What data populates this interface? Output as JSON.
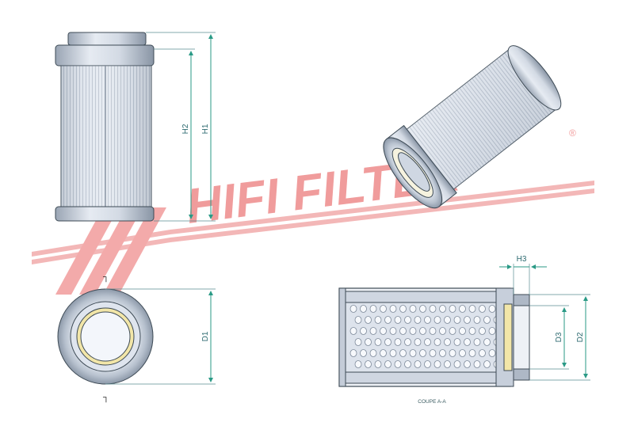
{
  "watermark": {
    "text": "HIFI FILTER",
    "registered": "®",
    "color": "#e84a4a"
  },
  "dimensions": {
    "h1": "H1",
    "h2": "H2",
    "h3": "H3",
    "d1": "D1",
    "d2": "D2",
    "d3": "D3"
  },
  "section": {
    "label": "COUPE A-A",
    "marker_top": "┐",
    "marker_bottom": "┐"
  },
  "colors": {
    "metal_light": "#e8edf4",
    "metal_mid": "#b8c2d0",
    "metal_dark": "#7e8a9a",
    "dimension": "#2a9a86",
    "seal": "#f2e6a8"
  }
}
